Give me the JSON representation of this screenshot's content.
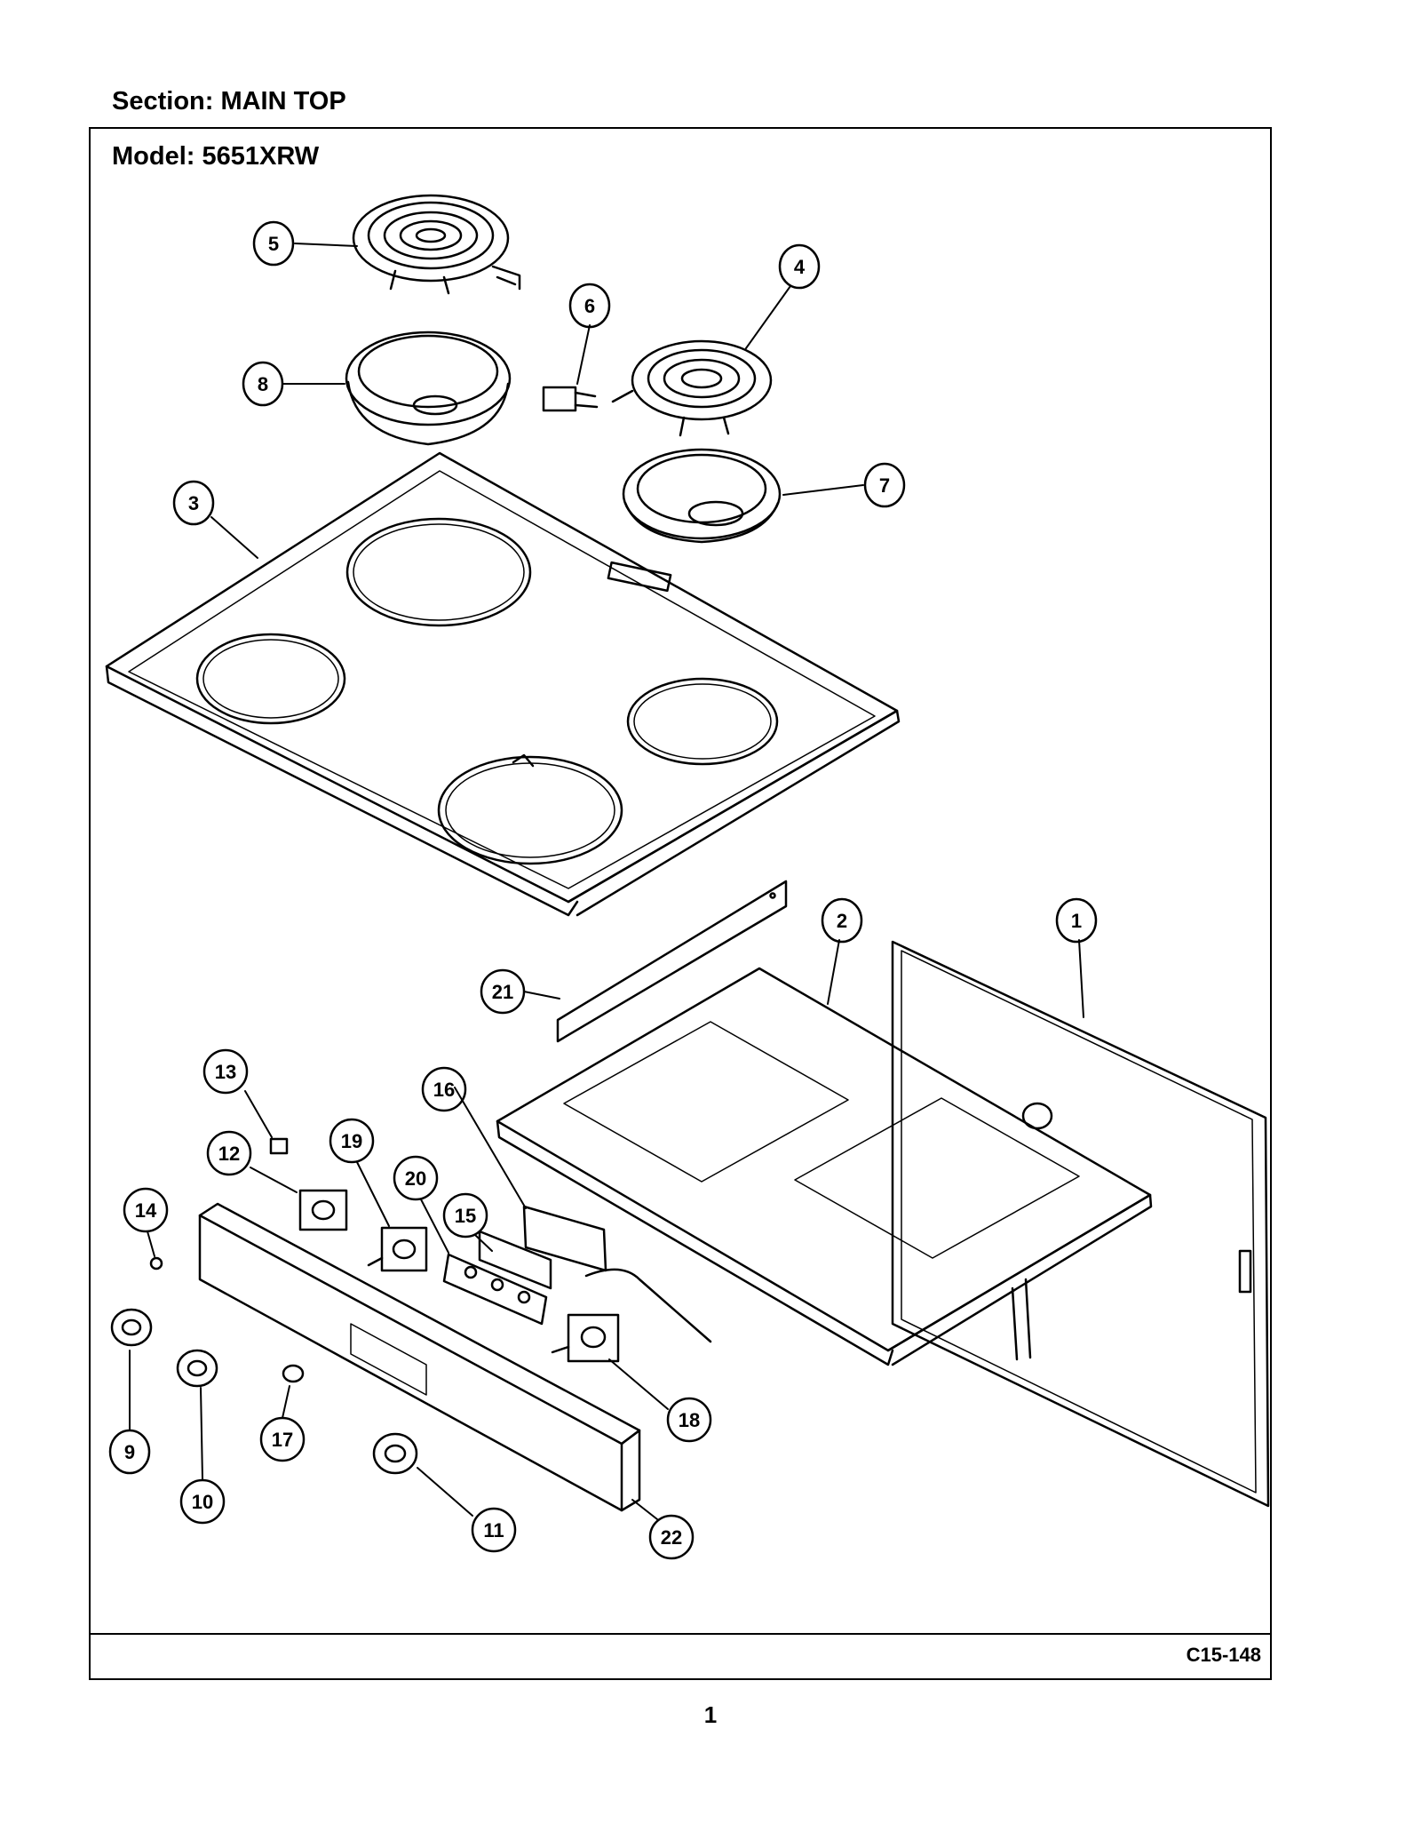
{
  "section_title": "Section:  MAIN TOP",
  "model_title": "Model:  5651XRW",
  "diagram_code": "C15-148",
  "page_number": "1",
  "callouts": [
    "1",
    "2",
    "3",
    "4",
    "5",
    "6",
    "7",
    "8",
    "9",
    "10",
    "11",
    "12",
    "13",
    "14",
    "15",
    "16",
    "17",
    "18",
    "19",
    "20",
    "21",
    "22"
  ]
}
